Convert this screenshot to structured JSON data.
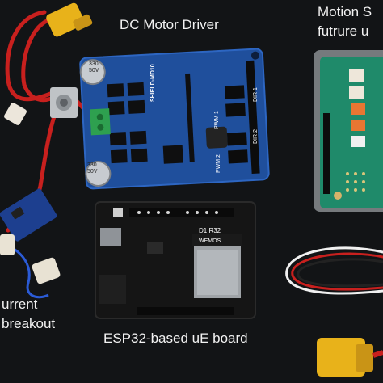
{
  "labels": {
    "motor_driver": "DC Motor Driver",
    "motion_line1": "Motion S",
    "motion_line2": "futrure u",
    "current_line1": "urrent",
    "current_line2": "breakout",
    "esp32": "ESP32-based uE board"
  },
  "silkscreen": {
    "shield_name": "SHIELD-MD10",
    "board_model": "D1 R32",
    "board_brand": "WEMOS",
    "cap_value": "330",
    "cap_voltage": "50V",
    "dir1": "DIR 1",
    "dir2": "DIR 2",
    "pwm1": "PWM 1",
    "pwm2": "PWM 2"
  },
  "colors": {
    "background": "#111315",
    "motor_pcb": "#1f4f9c",
    "esp_pcb": "#141414",
    "sensor_pcb": "#1f8a6a",
    "wire_red": "#c8201e",
    "connector_yellow": "#e8b21a"
  }
}
